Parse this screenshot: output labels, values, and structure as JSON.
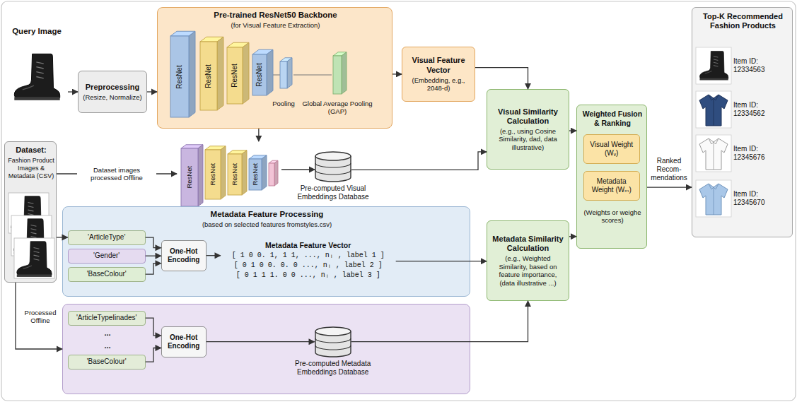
{
  "diagram": {
    "nodes": [
      {
        "text": [
          "Query Image"
        ]
      },
      {
        "text": [
          "Preprocessing",
          "(Resize, Normalize)"
        ]
      },
      {
        "text": [
          "Pre-trained ResNet50 Backbone",
          "(for Visual Feature Extraction)",
          "ResNet",
          "ResNet",
          "ResNet",
          "ResNet",
          "Pooling",
          "Global Average Pooling (GAP)"
        ]
      },
      {
        "text": [
          "Visual Feature Vector",
          "(Embedding, e.g., 2048-d)"
        ]
      },
      {
        "text": [
          "Visual Similarity Calculation",
          "(e.g., using Cosine Similarity, dad, data illustrative)"
        ]
      },
      {
        "text": [
          "ResNet",
          "ResNet",
          "ResNet",
          "ResNet"
        ]
      },
      {
        "text": [
          "Pre-computed Visual Embeddings Database"
        ]
      },
      {
        "text": [
          "Dataset:",
          "Fashion Product Images & Metadata (CSV)"
        ]
      },
      {
        "text": [
          "Metadata Feature Processing",
          "(based on selected features fromstyles.csv)"
        ]
      },
      {
        "text": [
          "'ArticleType'"
        ],
        "in": 8
      },
      {
        "text": [
          "'Gender'"
        ],
        "in": 8
      },
      {
        "text": [
          "'BaseColour'"
        ],
        "in": 8
      },
      {
        "text": [
          "One-Hot Encoding"
        ],
        "in": 8
      },
      {
        "text": [
          "Metadata Feature Vector",
          "[ 1 0 0. 1, 1 1, ..., nᵢ , label 1 ]",
          "[ 0 1 0 0. 0. 0 ..., nᵢ , label 2 ]",
          "[ 0 1 1 1. 0 0 ..., nᵢ , label 3 ]"
        ],
        "in": 8
      },
      {
        "text": [
          "Metadata Similarity Calculation",
          "(e.g., Weighted Similarity, based on feature importance, (data illustrative ...)"
        ]
      },
      {
        "text": [
          "...",
          "..."
        ]
      },
      {
        "text": [
          "'ArticleTypeIinades'"
        ],
        "in": 15
      },
      {
        "text": [
          "'BaseColour'"
        ],
        "in": 15
      },
      {
        "text": [
          "One-Hot Encoding"
        ],
        "in": 15
      },
      {
        "text": [
          "Pre-computed Metadata Embeddings Database"
        ],
        "in": 15
      },
      {
        "text": [
          "Weighted Fusion & Ranking",
          "(Weights or weighe scores)"
        ]
      },
      {
        "text": [
          "Visual Weight (Wᵥ)"
        ],
        "in": 20
      },
      {
        "text": [
          "Metadata Weight (Wₘ)"
        ],
        "in": 20
      },
      {
        "text": [
          "Top-K Recommended Fashion Products",
          "Item ID: 12334563",
          "Item ID: 12334562",
          "Item ID: 12345676",
          "Item ID: 12345670"
        ]
      }
    ],
    "edges": [
      {
        "from": 0,
        "to": 1,
        "arrow": "to"
      },
      {
        "from": 1,
        "to": 2,
        "arrow": "to"
      },
      {
        "from": 2,
        "to": 3,
        "arrow": "to"
      },
      {
        "from": 3,
        "to": 4,
        "arrow": "to"
      },
      {
        "from": 2,
        "to": 5,
        "arrow": "to"
      },
      {
        "from": 7,
        "to": 5,
        "label": "Dataset images processed Offline",
        "arrow": "to"
      },
      {
        "from": 5,
        "to": 6,
        "arrow": "to"
      },
      {
        "from": 6,
        "to": 4,
        "arrow": "to"
      },
      {
        "from": 7,
        "to": 9,
        "arrow": "to"
      },
      {
        "from": 9,
        "to": 12,
        "arrow": "to"
      },
      {
        "from": 10,
        "to": 12,
        "arrow": "to"
      },
      {
        "from": 11,
        "to": 12,
        "arrow": "to"
      },
      {
        "from": 12,
        "to": 13,
        "arrow": "to"
      },
      {
        "from": 13,
        "to": 14,
        "arrow": "to"
      },
      {
        "from": 7,
        "to": 15,
        "label": "Processed Offline",
        "arrow": "to"
      },
      {
        "from": 16,
        "to": 18,
        "arrow": "to"
      },
      {
        "from": 17,
        "to": 18,
        "arrow": "to"
      },
      {
        "from": 18,
        "to": 19,
        "arrow": "to"
      },
      {
        "from": 19,
        "to": 14,
        "arrow": "to"
      },
      {
        "from": 4,
        "to": 20,
        "arrow": "to"
      },
      {
        "from": 14,
        "to": 20,
        "arrow": "to"
      },
      {
        "from": 20,
        "to": 23,
        "label": "Ranked Recom- mendations",
        "arrow": "to"
      }
    ]
  }
}
